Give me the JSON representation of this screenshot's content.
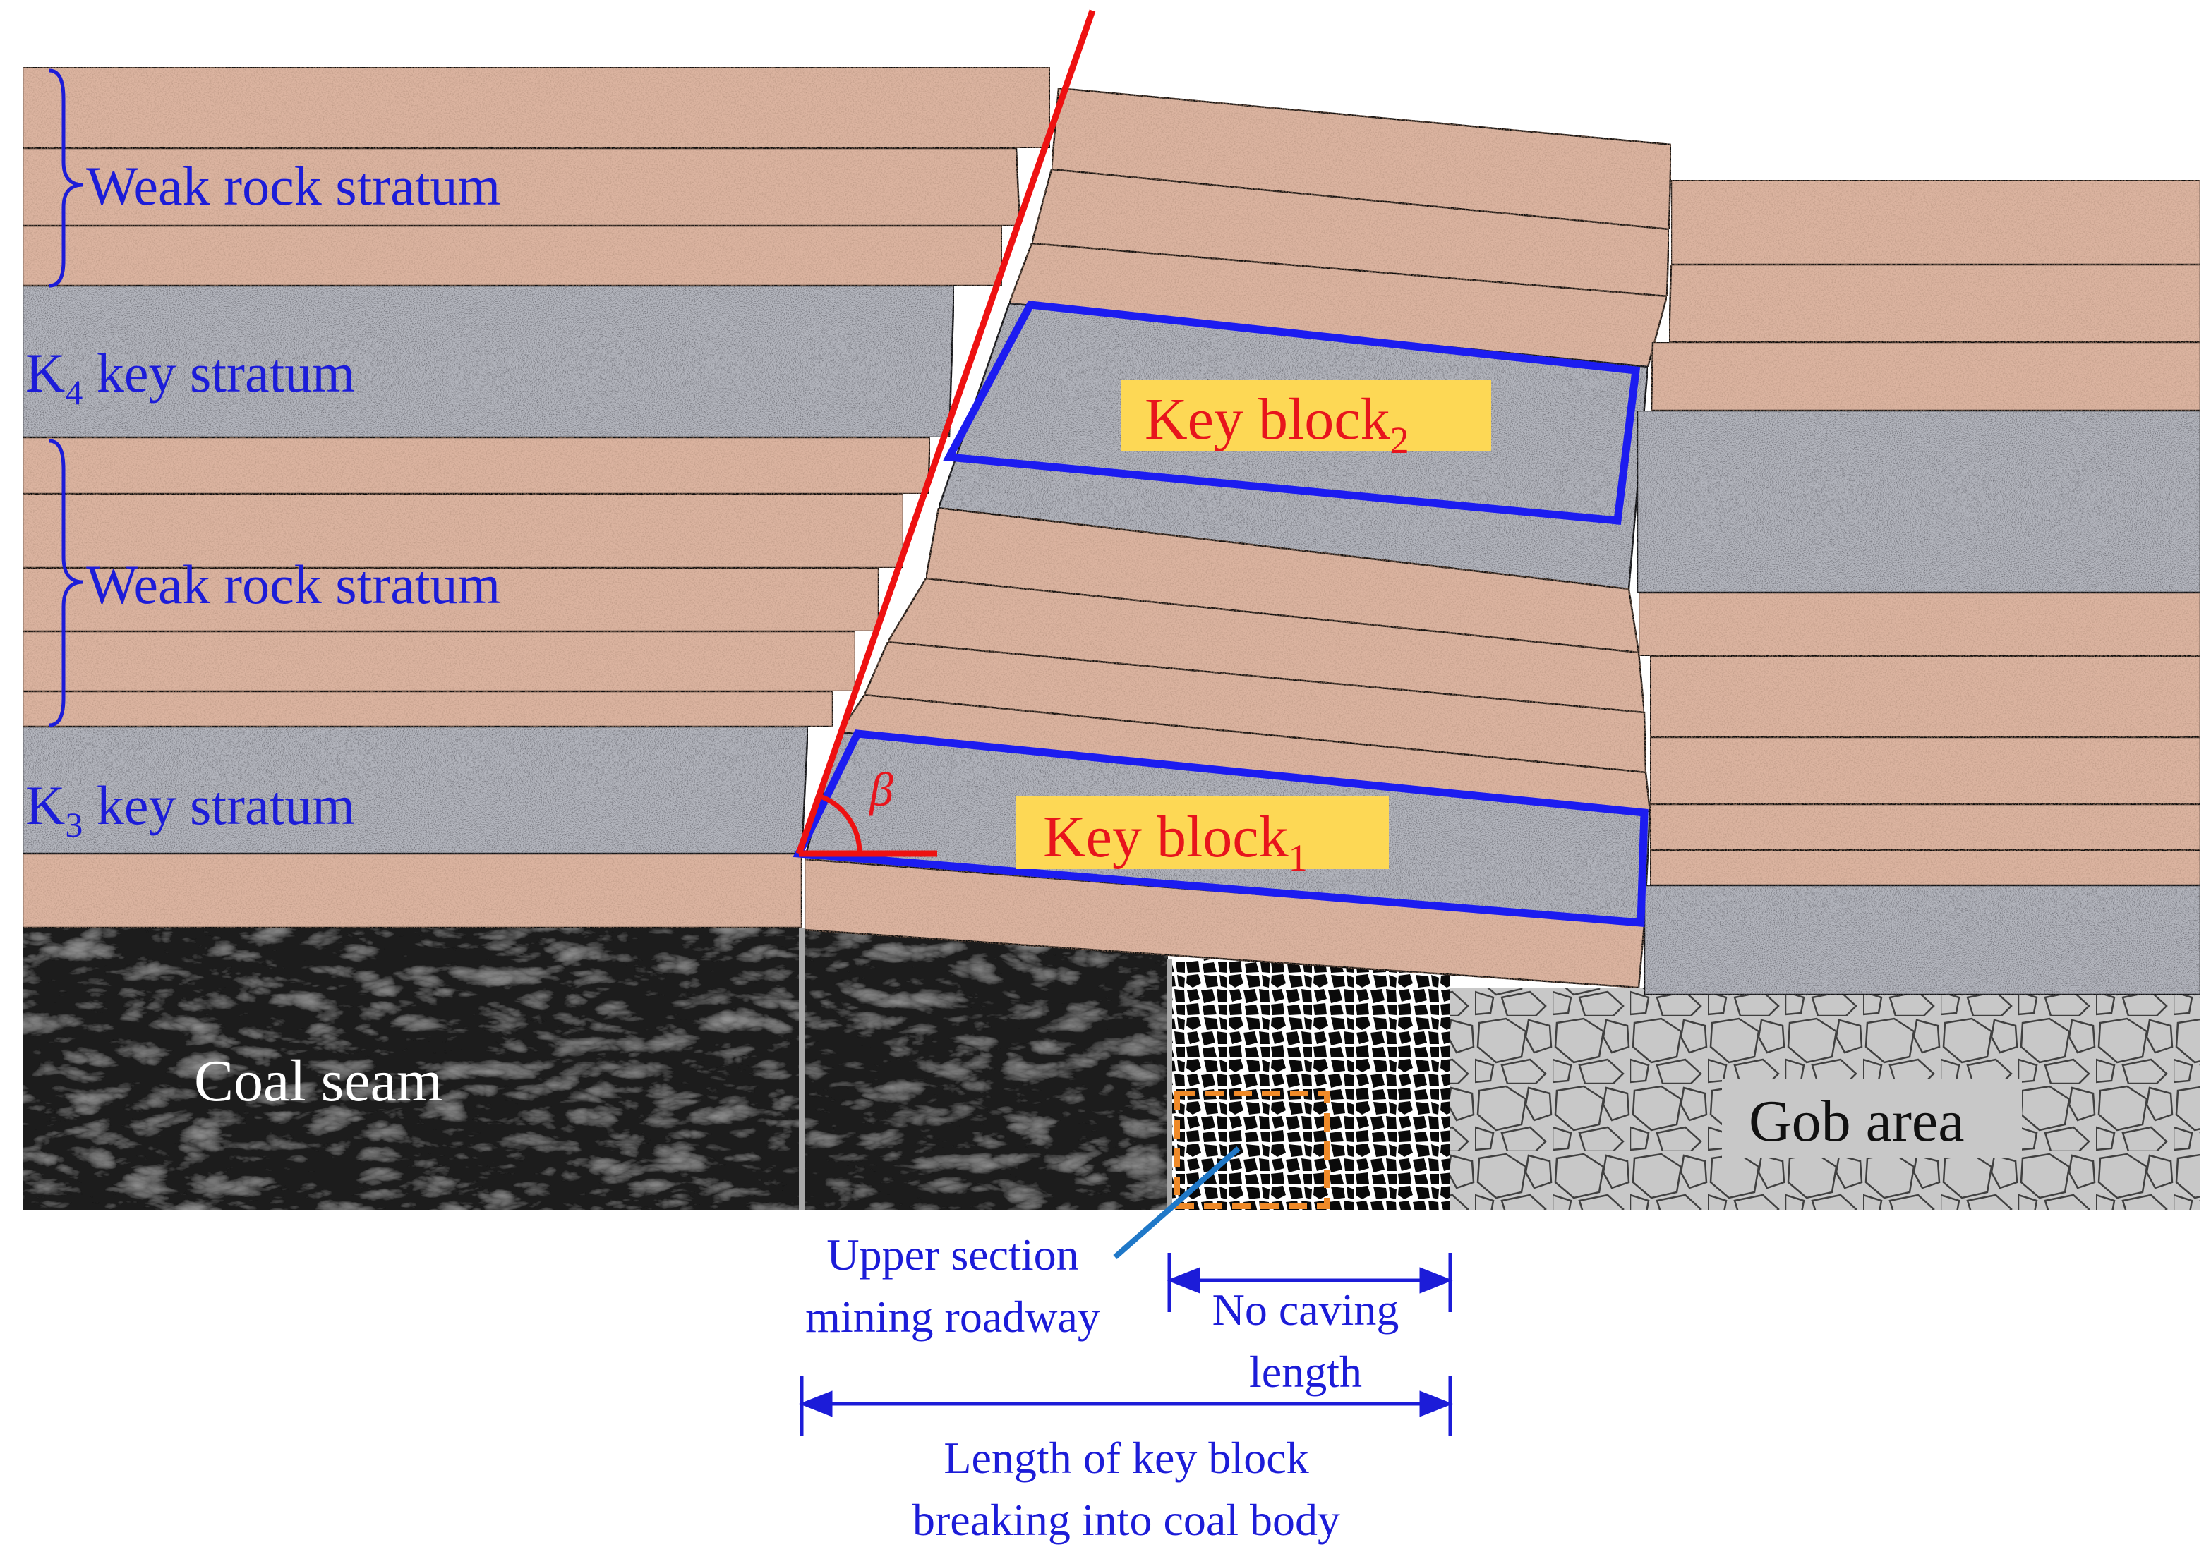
{
  "labels": {
    "weak_upper": "Weak rock stratum",
    "weak_lower": "Weak rock stratum",
    "k4_letter": "K",
    "k4_sub": "4",
    "k4_rest": " key stratum",
    "k3_letter": "K",
    "k3_sub": "3",
    "k3_rest": " key stratum",
    "key_block_2": "Key block",
    "key_block_2_sub": "2",
    "key_block_1": "Key block",
    "key_block_1_sub": "1",
    "beta": "β",
    "coal_seam": "Coal seam",
    "gob_area": "Gob area",
    "roadway_line1": "Upper section",
    "roadway_line2": "mining roadway",
    "no_caving_line1": "No caving",
    "no_caving_line2": "length",
    "key_length_line1": "Length of key block",
    "key_length_line2": "breaking into coal body"
  },
  "colors": {
    "weak_rock": "#dcb4a0",
    "key_stratum": "#b4b6be",
    "coal": "#1c1c1c",
    "caved_rock": "#0a0a0a",
    "gob": "#c8c8c8",
    "outline_blue": "#1c1cf0",
    "fracture_red": "#ee1111",
    "label_highlight": "#fdd855",
    "roadway_box": "#f08a28",
    "pointer": "#1f78c8"
  }
}
